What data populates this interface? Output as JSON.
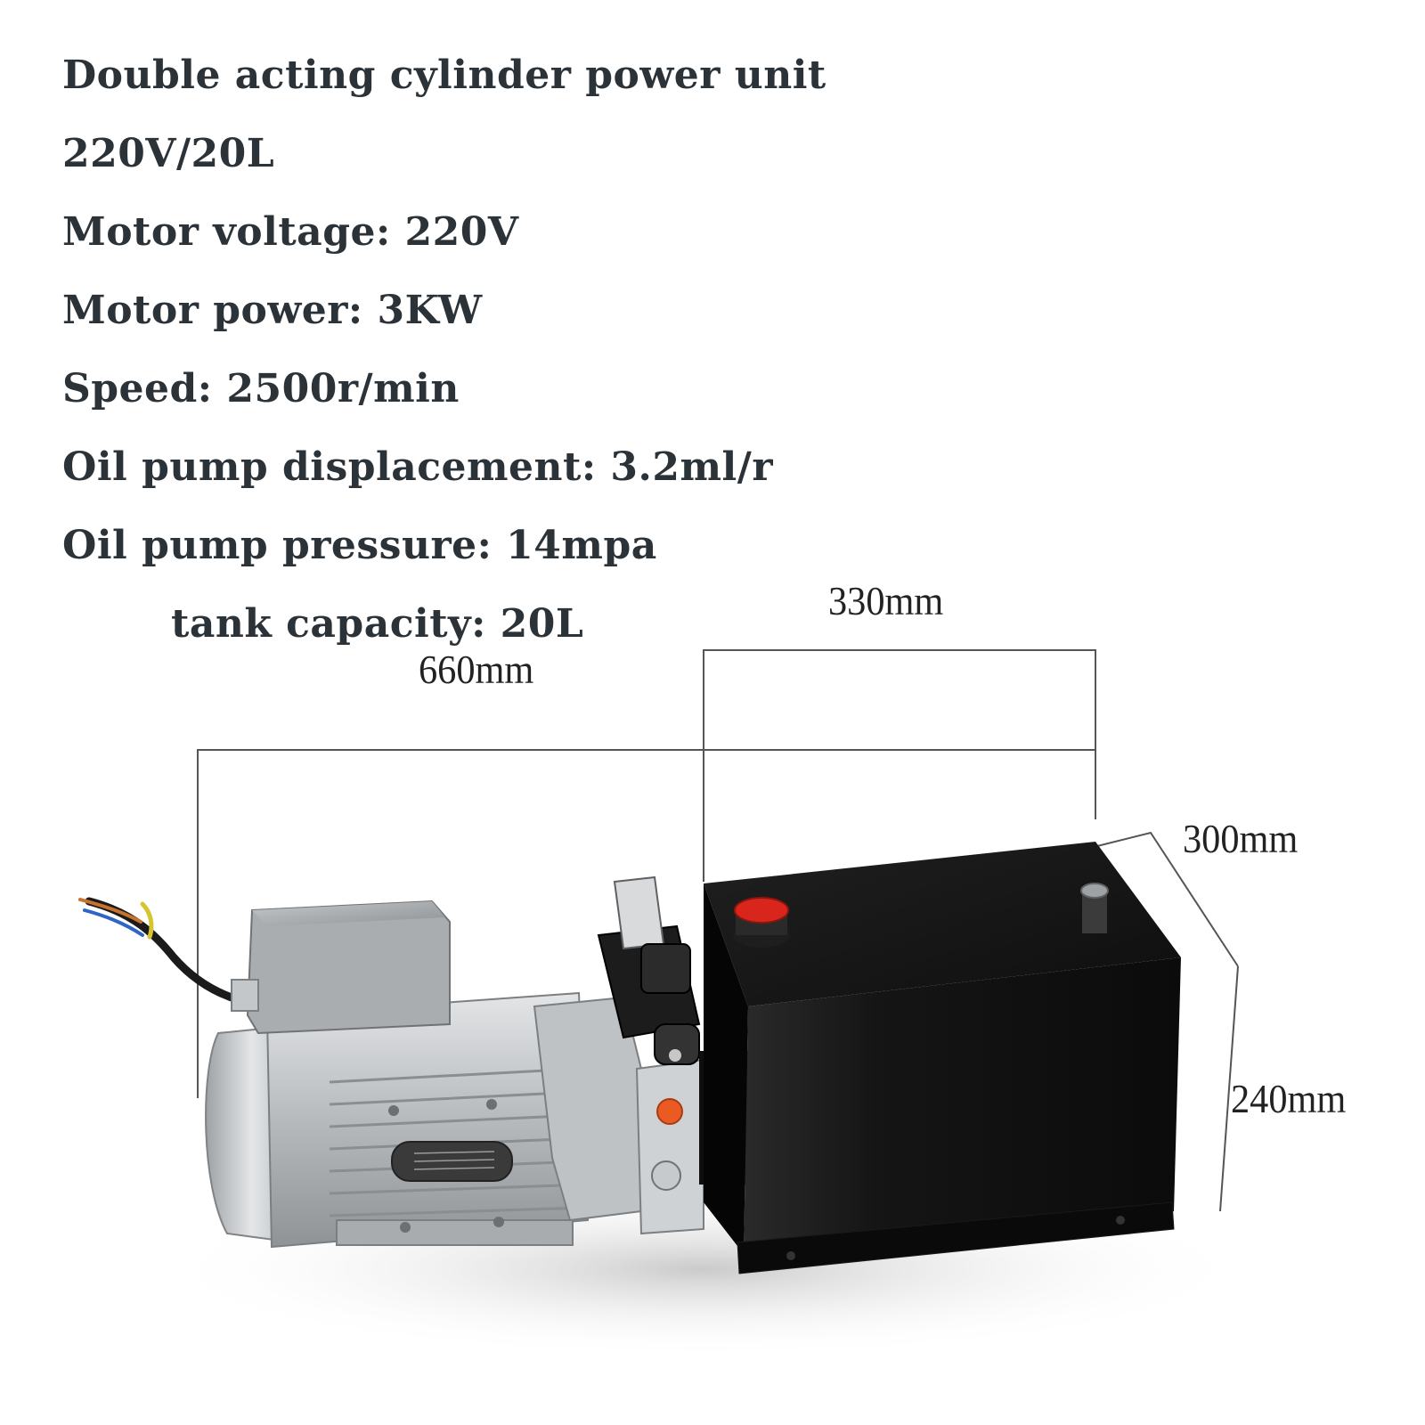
{
  "specs": [
    {
      "text": "Double acting cylinder power unit"
    },
    {
      "text": "220V/20L"
    },
    {
      "text": "Motor voltage: 220V"
    },
    {
      "text": "Motor power: 3KW"
    },
    {
      "text": "Speed: 2500r/min"
    },
    {
      "text": "Oil pump displacement: 3.2ml/r"
    },
    {
      "text": "Oil pump pressure: 14mpa"
    },
    {
      "text": "tank capacity: 20L"
    }
  ],
  "dimensions": {
    "length_total": "660mm",
    "tank_length": "330mm",
    "tank_depth": "300mm",
    "tank_height": "240mm"
  },
  "colors": {
    "text": "#2b3238",
    "tank": "#121212",
    "motor": "#b9bcbf",
    "cap_red": "#d9261c",
    "plug_orange": "#ec5a24"
  },
  "icons": [
    "wire-cable-icon",
    "filler-cap-icon",
    "solenoid-valve-icon",
    "nameplate-icon"
  ]
}
